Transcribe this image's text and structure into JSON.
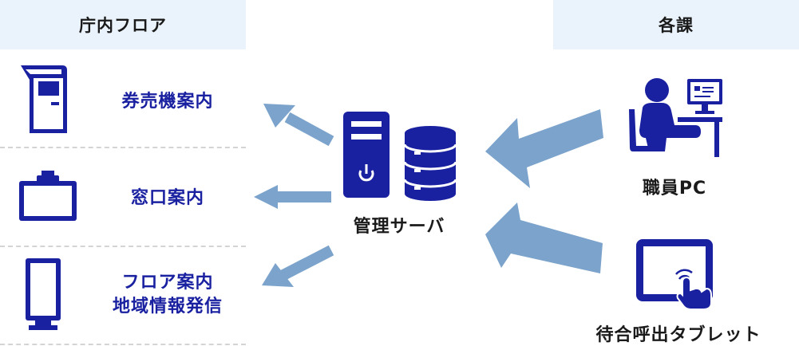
{
  "headers": {
    "left": "庁内フロア",
    "right": "各課"
  },
  "left_items": [
    {
      "label": "券売機案内",
      "icon": "ticket-machine-icon"
    },
    {
      "label": "窓口案内",
      "icon": "counter-display-icon"
    },
    {
      "label_line1": "フロア案内",
      "label_line2": "地域情報発信",
      "icon": "digital-signage-icon"
    }
  ],
  "center": {
    "label": "管理サーバ",
    "icons": [
      "server-tower-icon",
      "database-icon"
    ]
  },
  "right_items": [
    {
      "label": "職員PC",
      "icon": "staff-pc-icon"
    },
    {
      "label": "待合呼出タブレット",
      "icon": "tablet-touch-icon"
    }
  ],
  "colors": {
    "navy": "#1a21a0",
    "arrow": "#7ba3cb",
    "header_bg": "#eaf3fc",
    "divider": "#d4d4d4"
  }
}
